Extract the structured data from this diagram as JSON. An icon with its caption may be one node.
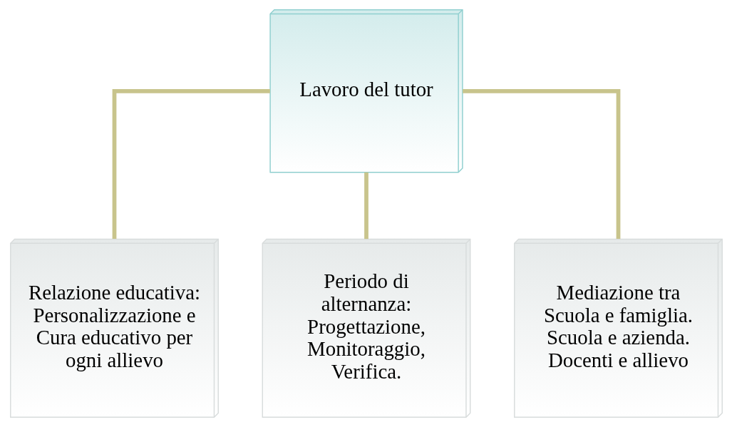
{
  "diagram": {
    "nodes": [
      {
        "text": [
          "Lavoro del tutor"
        ]
      },
      {
        "text": [
          "Relazione educativa: Personalizzazione e Cura educativo per ogni allievo"
        ]
      },
      {
        "text": [
          "Periodo di alternanza: Progettazione, Monitoraggio, Verifica."
        ]
      },
      {
        "text": [
          "Mediazione tra Scuola e famiglia. Scuola e azienda. Docenti e allievo"
        ]
      }
    ],
    "edges": [
      {
        "from": 0,
        "to": 1,
        "arrow": "none"
      },
      {
        "from": 0,
        "to": 2,
        "arrow": "none"
      },
      {
        "from": 0,
        "to": 3,
        "arrow": "none"
      }
    ]
  }
}
